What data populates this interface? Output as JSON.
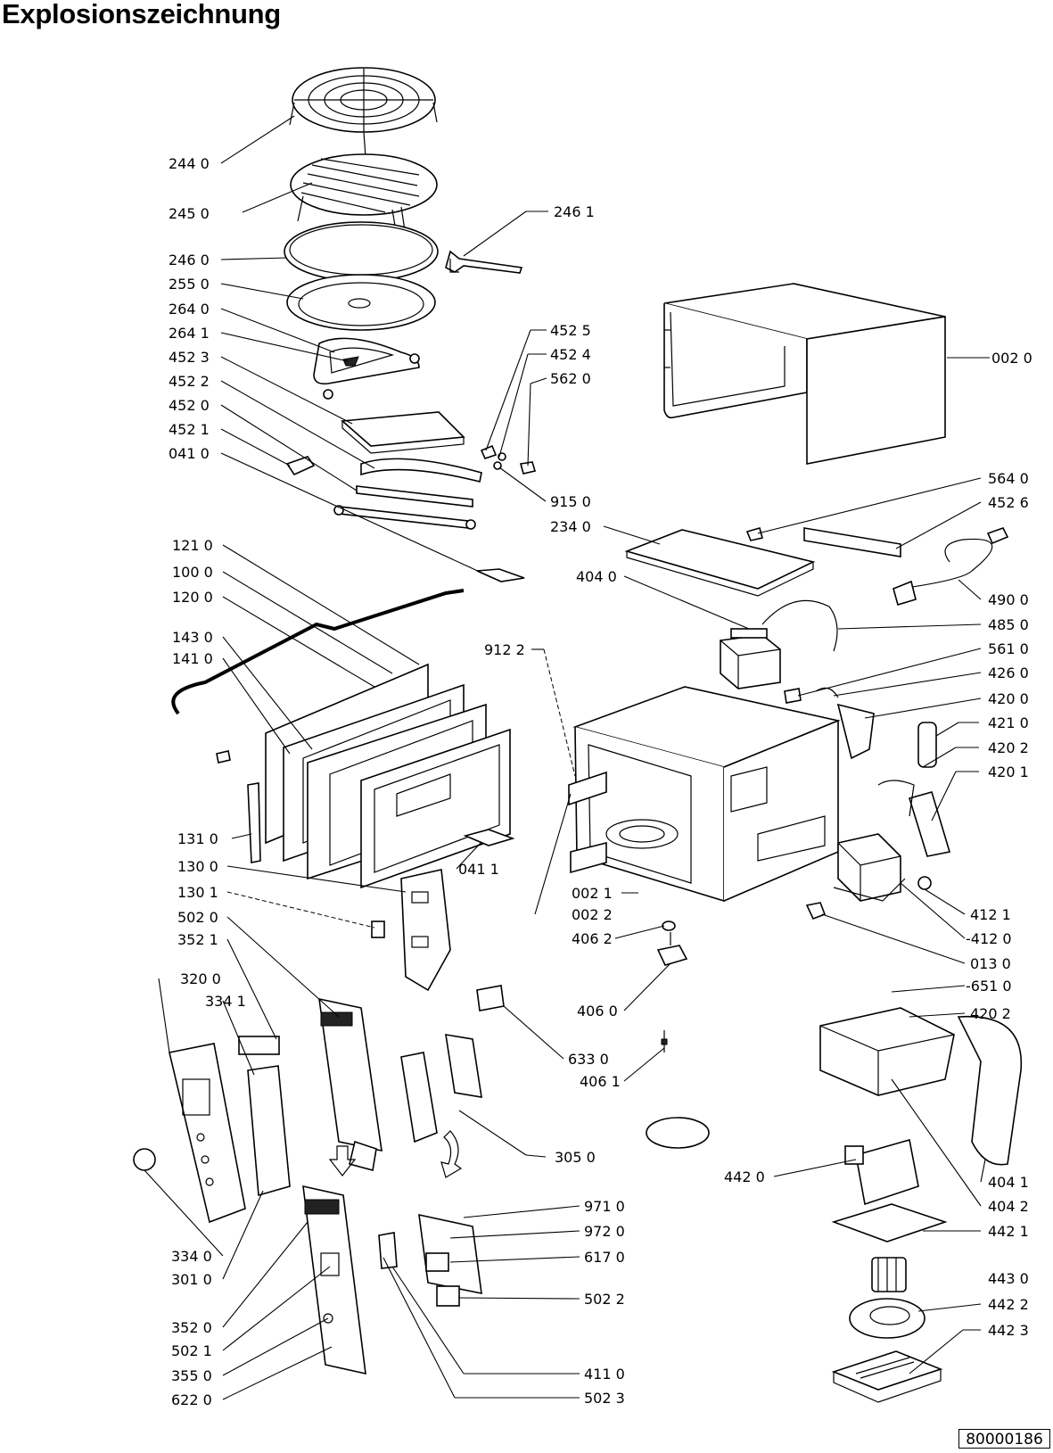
{
  "title": "Explosionszeichnung",
  "document_number": "80000186",
  "labels": {
    "l2440": "244 0",
    "l2450": "245 0",
    "l2460": "246 0",
    "l2550": "255 0",
    "l2640": "264 0",
    "l2641": "264 1",
    "l4523": "452 3",
    "l4522": "452 2",
    "l4520": "452 0",
    "l4521": "452 1",
    "l0410": "041 0",
    "l1210": "121 0",
    "l1000": "100 0",
    "l1200": "120 0",
    "l1430": "143 0",
    "l1410": "141 0",
    "l1310": "131 0",
    "l1300": "130 0",
    "l1301": "130 1",
    "l5020": "502 0",
    "l3521": "352 1",
    "l3200": "320 0",
    "l3341": "334 1",
    "l3340": "334 0",
    "l3010": "301 0",
    "l3520": "352 0",
    "l5021": "502 1",
    "l3550": "355 0",
    "l6220": "622 0",
    "l2461": "246 1",
    "l4525": "452 5",
    "l4524": "452 4",
    "l5620": "562 0",
    "l9150": "915 0",
    "l2340": "234 0",
    "l4040": "404 0",
    "l9122": "912 2",
    "l0411": "041 1",
    "l0021": "002 1",
    "l0022": "002 2",
    "l4062": "406 2",
    "l4060": "406 0",
    "l6330": "633 0",
    "l4061": "406 1",
    "l3050": "305 0",
    "l4420": "442 0",
    "l9710": "971 0",
    "l9720": "972 0",
    "l6170": "617 0",
    "l5022": "502 2",
    "l4110": "411 0",
    "l5023": "502 3",
    "l0020": "002 0",
    "l5640": "564 0",
    "l4526": "452 6",
    "l4900": "490 0",
    "l4850": "485 0",
    "l5610": "561 0",
    "l4260": "426 0",
    "l4200": "420 0",
    "l4210": "421 0",
    "l4202": "420 2",
    "l4201": "420 1",
    "l4121": "412 1",
    "l4120": "-412 0",
    "l0130": "013 0",
    "l6510": "-651 0",
    "l4202b": "420 2",
    "l4041": "404 1",
    "l4042": "404 2",
    "l4421": "442 1",
    "l4430": "443 0",
    "l4422": "442 2",
    "l4423": "442 3"
  }
}
